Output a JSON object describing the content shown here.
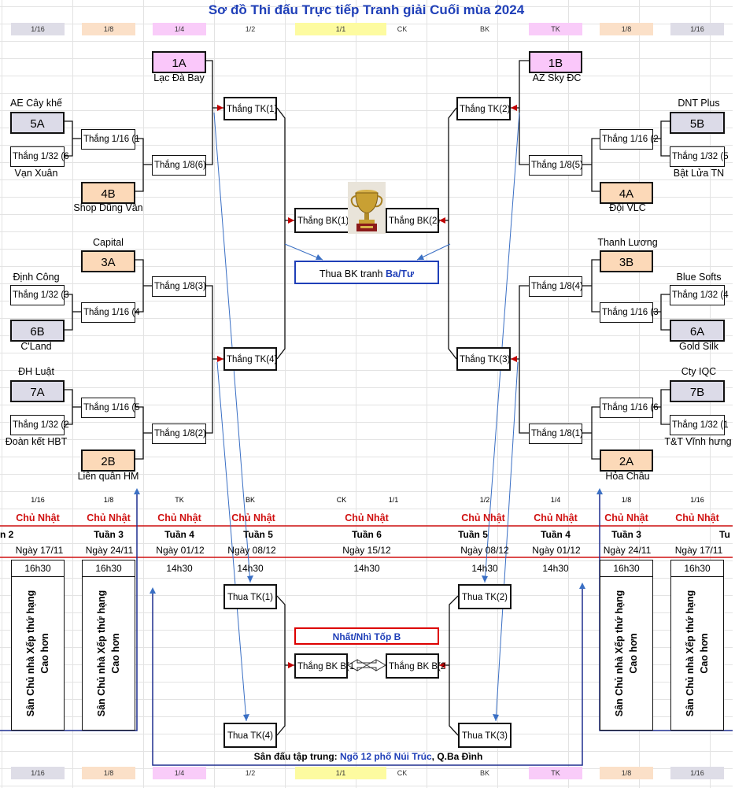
{
  "title": "Sơ đồ Thi đấu Trực tiếp Tranh giải Cuối mùa 2024",
  "top_headers": [
    "1/16",
    "1/8",
    "1/4",
    "1/2",
    "1/1",
    "CK",
    "BK",
    "TK",
    "1/8",
    "1/16"
  ],
  "bottom_headers": [
    "1/16",
    "1/8",
    "1/4",
    "1/2",
    "1/1",
    "CK",
    "BK",
    "TK",
    "1/8",
    "1/16"
  ],
  "seeds": {
    "s1A": "1A",
    "s1B": "1B",
    "s5A": "5A",
    "s5B": "5B",
    "s4B": "4B",
    "s4A": "4A",
    "s3A": "3A",
    "s3B": "3B",
    "s6B": "6B",
    "s6A": "6A",
    "s7A": "7A",
    "s7B": "7B",
    "s2B": "2B",
    "s2A": "2A"
  },
  "teams": {
    "t1A": "Lạc Đà Bay",
    "t1B": "AZ Sky ĐC",
    "t5A": "AE Cây khế",
    "t5B": "DNT Plus",
    "vx": "Vạn Xuân",
    "blt": "Bật Lửa TN",
    "t4B": "Shop Dũng Vân",
    "t4A": "Đội VLC",
    "t3A": "Capital",
    "t3B": "Thanh Lương",
    "dc": "Định Công",
    "bs": "Blue Softs",
    "t6B": "C'Land",
    "t6A": "Gold Silk",
    "t7A": "ĐH Luật",
    "t7B": "Cty IQC",
    "dk": "Đoàn kết HBT",
    "tt": "T&T Vĩnh hưng",
    "t2B": "Liên quân HM",
    "t2A": "Hỏa Châu"
  },
  "slots": {
    "l132a": "Thắng 1/32 (6",
    "l116a": "Thắng 1/16 (1",
    "l18a": "Thắng 1/8(6)",
    "ltk1": "Thắng TK(1)",
    "l132b": "Thắng 1/32 (3",
    "l116b": "Thắng 1/16 (4",
    "l18b": "Thắng 1/8(3)",
    "ltk4": "Thắng TK(4)",
    "l132c": "Thắng 1/32 (2",
    "l116c": "Thắng 1/16 (5",
    "l18c": "Thắng 1/8(2)",
    "r132a": "Thắng 1/32 (5",
    "r116a": "Thắng 1/16 (2",
    "r18a": "Thắng 1/8(5)",
    "rtk2": "Thắng TK(2)",
    "r132b": "Thắng 1/32 (4",
    "r116b": "Thắng 1/16 (3",
    "r18b": "Thắng 1/8(4)",
    "rtk3": "Thắng TK(3)",
    "r132c": "Thắng 1/32 (1",
    "r116c": "Thắng 1/16 (6",
    "r18c": "Thắng 1/8(1)",
    "bk1": "Thắng BK(1)",
    "bk2": "Thắng BK(2)",
    "ttk1": "Thua TK(1)",
    "ttk4": "Thua TK(4)",
    "ttk2": "Thua TK(2)",
    "ttk3": "Thua TK(3)",
    "bkb1": "Thắng BK B(1",
    "bkb2": "Thắng BK B(2"
  },
  "third_place": {
    "prefix": "Thua BK tranh ",
    "highlight": "Ba/Tư"
  },
  "b_group": "Nhất/Nhì Tốp B",
  "schedule": {
    "round_codes": [
      "1/16",
      "1/8",
      "TK",
      "BK",
      "CK",
      "1/1",
      "1/2",
      "1/4",
      "1/8",
      "1/16"
    ],
    "day": "Chủ Nhật",
    "weeks": [
      "n 2",
      "Tuần 3",
      "Tuần 4",
      "Tuần 5",
      "Tuần 6",
      "Tuần 5",
      "Tuần 4",
      "Tuần 3",
      "Tu"
    ],
    "dates": [
      "Ngày 17/11",
      "Ngày 24/11",
      "Ngày 01/12",
      "Ngày 08/12",
      "Ngày 15/12",
      "Ngày 08/12",
      "Ngày 01/12",
      "Ngày 24/11",
      "Ngày 17/11"
    ],
    "times": [
      "16h30",
      "16h30",
      "14h30",
      "14h30",
      "14h30",
      "14h30",
      "14h30",
      "16h30",
      "16h30"
    ],
    "venue_note": "Sân Chủ nhà Xếp thứ hạng Cao hơn"
  },
  "footer": {
    "prefix": "Sân đấu tập trung: ",
    "venue": "Ngõ 12 phố Núi Trúc",
    "suffix": ", Q.Ba Đình"
  },
  "trophy_icon": "trophy-icon",
  "colors": {
    "title": "#1f3fb8",
    "red": "#d01010",
    "seed_gray": "#dcdbe8",
    "seed_orange": "#fcd9b8",
    "seed_pink": "#fac7fa",
    "header_yellow": "#fdfba0"
  }
}
